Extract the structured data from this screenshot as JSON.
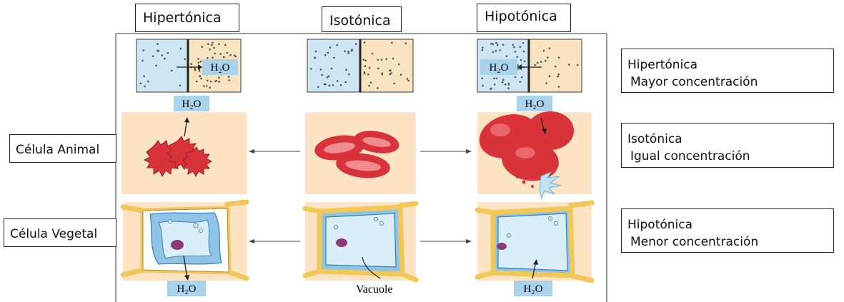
{
  "headers": {
    "hipertonica": "Hipertónica",
    "isotonica": "Isotónica",
    "hipotonica": "Hipotónica"
  },
  "row_labels": {
    "animal": "Célula Animal",
    "vegetal": "Célula Vegetal"
  },
  "legend": [
    {
      "title": "Hipertónica",
      "desc": "Mayor concentración"
    },
    {
      "title": "Isotónica",
      "desc": "Igual concentración"
    },
    {
      "title": "Hipotónica",
      "desc": "Menor concentración"
    }
  ],
  "figure": {
    "water_label": "H₂O",
    "vacuole_label": "Vacuole"
  },
  "colors": {
    "solution_blue": "#cde6f3",
    "solution_tan": "#f7e3bf",
    "panel_bg": "#fbe3c4",
    "water_tag": "#a9d3ea",
    "rbc_red": "#d8323a",
    "cell_wall": "#f2c75a",
    "cytoplasm": "#8ec5e6",
    "vacuole": "#d9eef8",
    "nucleus": "#8a3a78"
  }
}
